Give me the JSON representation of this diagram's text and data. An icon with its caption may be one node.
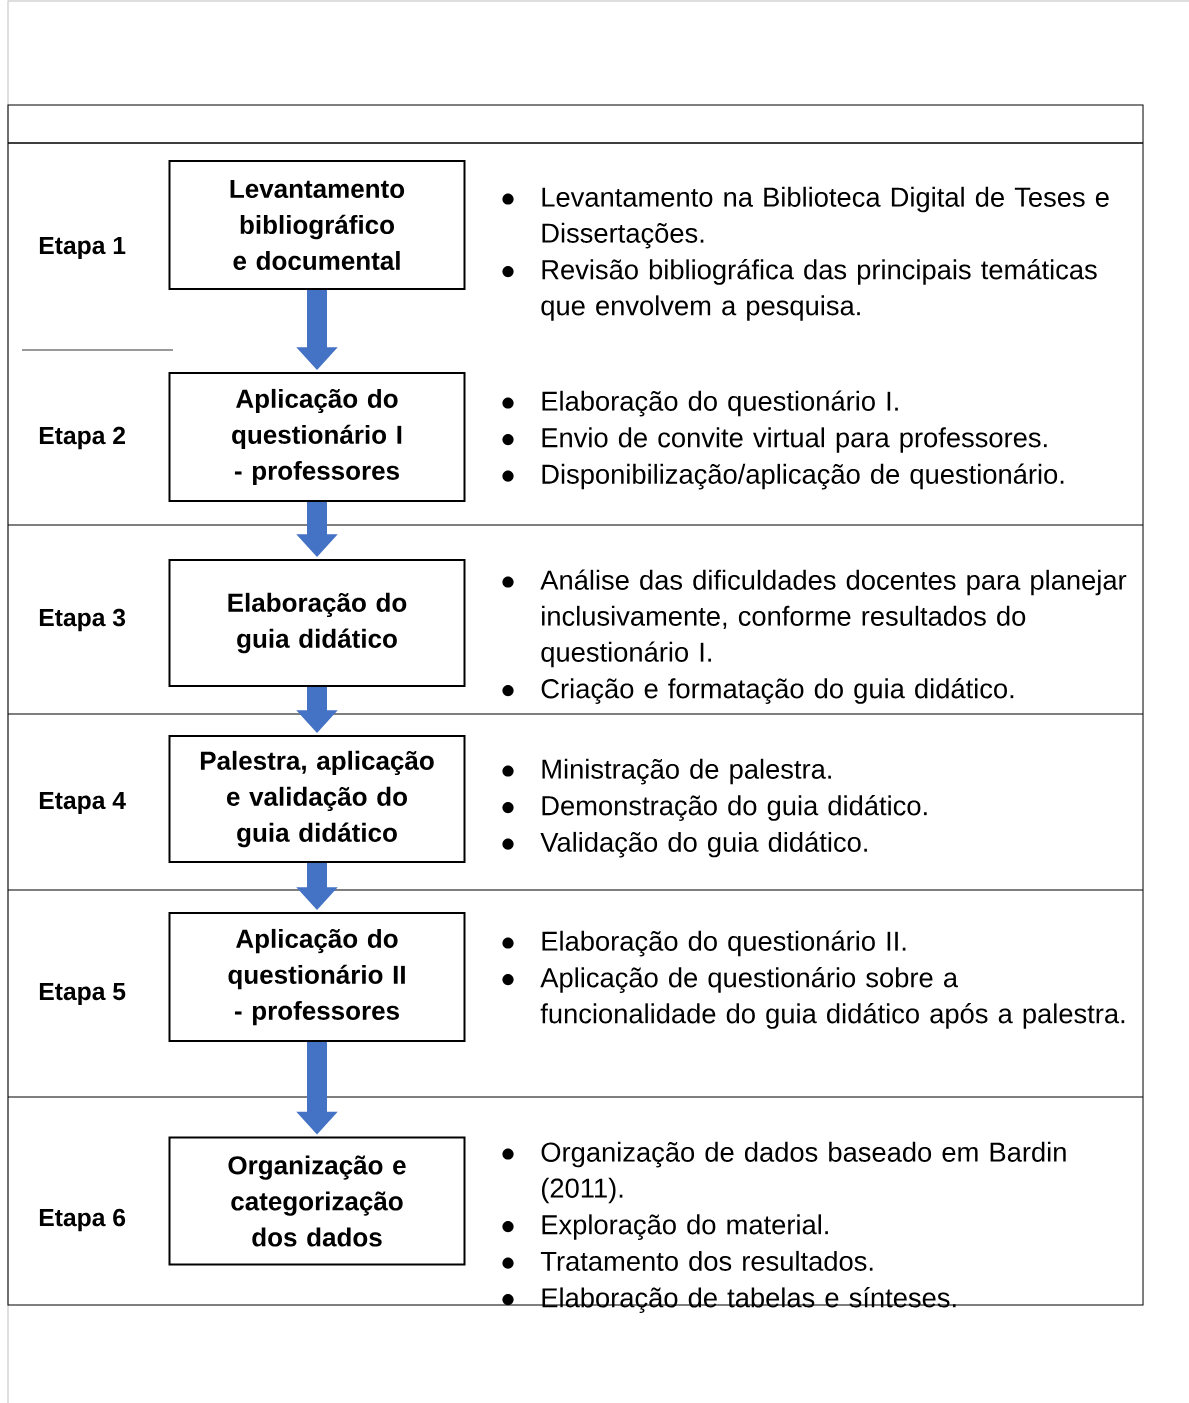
{
  "diagram": {
    "nodes": [
      {
        "text": [
          "Levantamento bibliográfico e documental"
        ]
      },
      {
        "text": [
          "Aplicação do questionário I - professores"
        ]
      },
      {
        "text": [
          "Elaboração do guia didático"
        ]
      },
      {
        "text": [
          "Palestra, aplicação e validação do guia didático"
        ]
      },
      {
        "text": [
          "Aplicação do questionário II - professores"
        ]
      },
      {
        "text": [
          "Organização e categorização dos dados"
        ]
      }
    ],
    "edges": [
      {
        "from": 0,
        "to": 1,
        "arrow": "to"
      },
      {
        "from": 1,
        "to": 2,
        "arrow": "to"
      },
      {
        "from": 2,
        "to": 3,
        "arrow": "to"
      },
      {
        "from": 3,
        "to": 4,
        "arrow": "to"
      },
      {
        "from": 4,
        "to": 5,
        "arrow": "to"
      }
    ],
    "labels": [
      "Etapa 1",
      "Levantamento na Biblioteca Digital de Teses e Dissertações.",
      "Revisão bibliográfica das principais temáticas que envolvem a pesquisa.",
      "Etapa 2",
      "Elaboração do questionário I.",
      "Envio de convite virtual para professores.",
      "Disponibilização/aplicação de questionário.",
      "Etapa 3",
      "Análise das dificuldades docentes para planejar inclusivamente, conforme resultados do questionário I.",
      "Criação e formatação do guia didático.",
      "Etapa 4",
      "Ministração de palestra.",
      "Demonstração do guia didático.",
      "Validação do guia didático.",
      "Etapa 5",
      "Elaboração do questionário II.",
      "Aplicação de questionário sobre a funcionalidade do guia didático após a palestra.",
      "Etapa 6",
      "Organização de dados baseado em Bardin (2011).",
      "Exploração do material.",
      "Tratamento dos resultados.",
      "Elaboração de tabelas e sínteses."
    ]
  }
}
